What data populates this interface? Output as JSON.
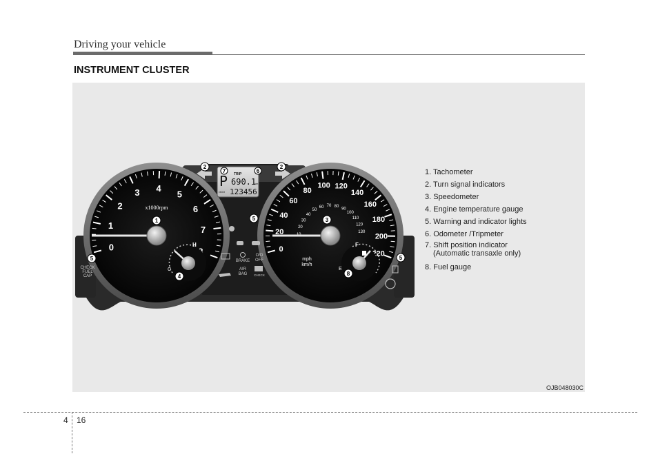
{
  "header": {
    "section": "Driving your vehicle",
    "heading": "INSTRUMENT CLUSTER"
  },
  "figure": {
    "code": "OJB048030C",
    "legend": [
      "1. Tachometer",
      "2. Turn signal indicators",
      "3. Speedometer",
      "4. Engine temperature gauge",
      "5. Warning and indicator lights",
      "6. Odometer /Tripmeter",
      "7. Shift position indicator",
      "(Automatic transaxle only)",
      "8. Fuel gauge"
    ],
    "tachometer": {
      "numbers": [
        "0",
        "1",
        "2",
        "3",
        "4",
        "5",
        "6",
        "7",
        "8"
      ],
      "unit": "x1000rpm",
      "callout": "1"
    },
    "speedometer": {
      "kmh": [
        "0",
        "20",
        "40",
        "60",
        "80",
        "100",
        "120",
        "140",
        "160",
        "180",
        "200",
        "220"
      ],
      "mph": [
        "10",
        "20",
        "30",
        "40",
        "50",
        "60",
        "70",
        "80",
        "90",
        "100",
        "110",
        "120",
        "130"
      ],
      "unit_mph": "mph",
      "unit_kmh": "km/h",
      "callout": "3"
    },
    "odometer": {
      "gear": "P",
      "trip_label": "TRIP",
      "trip_value": "690.1",
      "odo_label": "ODO",
      "odo_value": "123456",
      "unit": "km"
    },
    "temp_gauge": {
      "hot": "H",
      "cold": "C",
      "callout": "4"
    },
    "fuel_gauge": {
      "full": "F",
      "empty": "E",
      "callout": "8"
    },
    "indicators": {
      "brake": "BRAKE",
      "airbag_line1": "AIR",
      "airbag_line2": "BAG",
      "od_line1": "O/D",
      "od_line2": "OFF",
      "check": "CHECK",
      "check_fuel_cap": [
        "CHECK",
        "FUEL",
        "CAP"
      ]
    },
    "callouts": {
      "turn_signal": "2",
      "warning": "5",
      "odometer": "6",
      "shift": "7"
    }
  },
  "footer": {
    "chapter": "4",
    "page": "16"
  }
}
